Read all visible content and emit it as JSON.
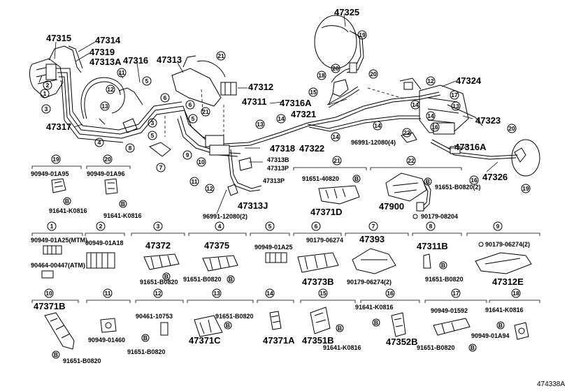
{
  "figure_id": "474338A",
  "labels": {
    "p47315": "47315",
    "p47314": "47314",
    "p47319": "47319",
    "p47313A": "47313A",
    "p47316": "47316",
    "p47313": "47313",
    "p47312": "47312",
    "p47311": "47311",
    "p47316A_c": "47316A",
    "p47321": "47321",
    "p47325": "47325",
    "p47324": "47324",
    "p47323": "47323",
    "p47317": "47317",
    "p47318": "47318",
    "p47322": "47322",
    "p47313B": "47313B",
    "p47313P": "47313P",
    "p47313P2": "47313P",
    "p47313J": "47313J",
    "p96991_12080_a": "96991-12080(4)",
    "p96991_12080_b": "96991-12080(2)",
    "p47316A_r": "47316A",
    "p47326": "47326",
    "p91651_40820": "91651-40820",
    "p47371D": "47371D",
    "p47900": "47900",
    "p91651_B0820_2": "91651-B0820(2)",
    "p90179_08204": "90179-08204",
    "p90949_01A95": "90949-01A95",
    "p91641_K0816_a": "91641-K0816",
    "p90949_01A96": "90949-01A96",
    "p91641_K0816_b": "91641-K0816",
    "p90949_01A25_mtm": "90949-01A25(MTM)",
    "p90464_00447": "90464-00447(ATM)",
    "p90949_01A18": "90949-01A18",
    "p47372": "47372",
    "p91651_B0820_a": "91651-B0820",
    "p47375": "47375",
    "p91651_B0820_b": "91651-B0820",
    "p90949_01A25": "90949-01A25",
    "p90179_06274": "90179-06274",
    "p47373B": "47373B",
    "p47393": "47393",
    "p90179_06274_2a": "90179-06274(2)",
    "p47311B": "47311B",
    "p91651_B0820_c": "91651-B0820",
    "p90179_06274_2b": "90179-06274(2)",
    "p47312E": "47312E",
    "p47371B": "47371B",
    "p91651_B0820_d": "91651-B0820",
    "p90949_01460": "90949-01460",
    "p90461_10753": "90461-10753",
    "p91651_B0820_e": "91651-B0820",
    "p91651_B0820_f": "91651-B0820",
    "p47371C": "47371C",
    "p47371A": "47371A",
    "p91641_K0816_c": "91641-K0816",
    "p47351B": "47351B",
    "p91641_K0816_d": "91641-K0816",
    "p47352B": "47352B",
    "p90949_01592": "90949-01592",
    "p91651_B0820_g": "91651-B0820",
    "p91641_K0816_e": "91641-K0816",
    "p90949_01A94": "90949-01A94"
  },
  "circled": {
    "c1": "1",
    "c2": "2",
    "c3": "3",
    "c4": "4",
    "c5": "5",
    "c6": "6",
    "c7": "7",
    "c8": "8",
    "c9": "9",
    "c10": "10",
    "c11": "11",
    "c12": "12",
    "c13": "13",
    "c14": "14",
    "c15": "15",
    "c16": "16",
    "c17": "17",
    "c18": "18",
    "c19": "19",
    "c20": "20",
    "c21": "21",
    "c22": "22",
    "b": "B"
  },
  "colors": {
    "line": "#000000",
    "background": "#ffffff"
  }
}
